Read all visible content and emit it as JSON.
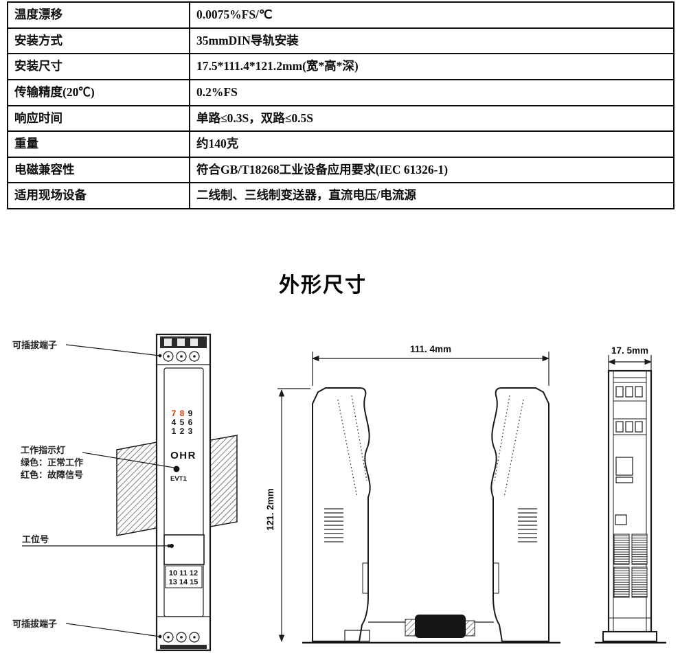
{
  "table": {
    "rows": [
      {
        "label": "温度漂移",
        "value": "0.0075%FS/℃"
      },
      {
        "label": "安装方式",
        "value": "35mmDIN导轨安装"
      },
      {
        "label": "安装尺寸",
        "value": "17.5*111.4*121.2mm(宽*高*深)"
      },
      {
        "label": "传输精度(20℃)",
        "value": "0.2%FS"
      },
      {
        "label": "响应时间",
        "value": "单路≤0.3S，双路≤0.5S"
      },
      {
        "label": "重量",
        "value": "约140克"
      },
      {
        "label": "电磁兼容性",
        "value": "符合GB/T18268工业设备应用要求(IEC 61326-1)"
      },
      {
        "label": "适用现场设备",
        "value": "二线制、三线制变送器，直流电压/电流源"
      }
    ]
  },
  "section_title": "外形尺寸",
  "front_view": {
    "labels": {
      "top_terminal": "可插拔端子",
      "indicator_line1": "工作指示灯",
      "indicator_line2": "绿色：正常工作",
      "indicator_line3": "红色：故障信号",
      "station": "工位号",
      "bottom_terminal": "可插拔端子"
    },
    "grid": {
      "r1": [
        "7",
        "8",
        "9"
      ],
      "r2": [
        "4",
        "5",
        "6"
      ],
      "r3": [
        "1",
        "2",
        "3"
      ]
    },
    "brand": "OHR",
    "led_label": "EVT1",
    "bottom_row1": "10 11 12",
    "bottom_row2": "13 14 15"
  },
  "dimensions": {
    "width": "111. 4mm",
    "height": "121. 2mm",
    "depth": "17. 5mm"
  },
  "colors": {
    "line": "#1a1a1a",
    "red_digit": "#cc3300"
  }
}
